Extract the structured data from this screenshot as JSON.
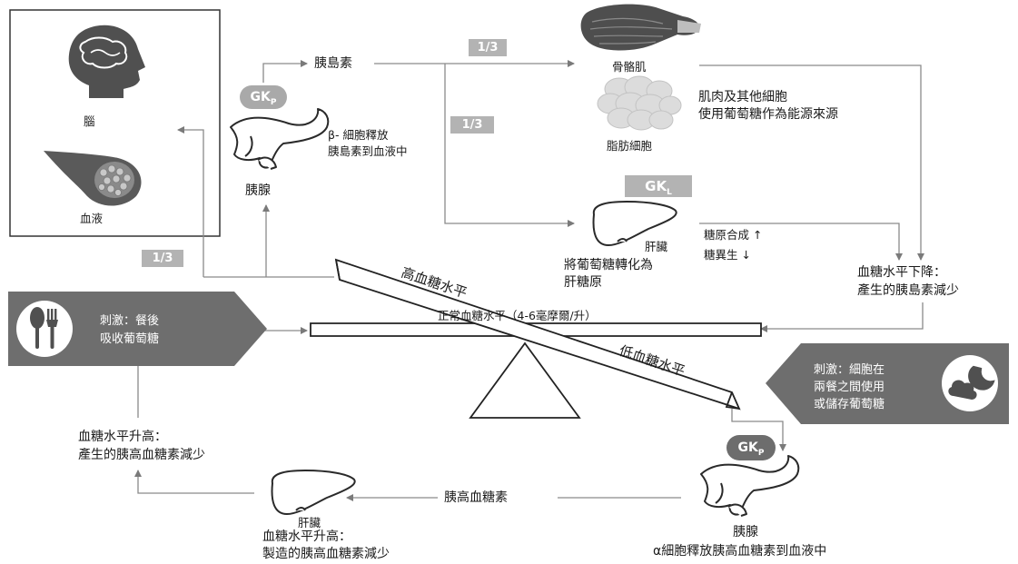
{
  "organs": {
    "brain_label": "腦",
    "blood_label": "血液",
    "pancreas_top_label": "胰腺",
    "beta_note_line1": "β- 細胞釋放",
    "beta_note_line2": "胰島素到血液中",
    "muscle_label": "骨骼肌",
    "fat_label": "脂肪細胞",
    "muscle_note_line1": "肌肉及其他細胞",
    "muscle_note_line2": "使用葡萄糖作為能源來源",
    "liver_top_label": "肝臟",
    "liver_note_line1": "將葡萄糖轉化為",
    "liver_note_line2": "肝糖原",
    "liver_bottom_label": "肝臟",
    "liver_bottom_note_line1": "血糖水平升高：",
    "liver_bottom_note_line2": "製造的胰高血糖素減少",
    "pancreas_bottom_label": "胰腺",
    "alpha_note": "α細胞釋放胰高血糖素到血液中"
  },
  "flows": {
    "insulin": "胰島素",
    "glucagon": "胰高血糖素",
    "fraction_muscle": "1/3",
    "fraction_liver": "1/3",
    "fraction_brain": "1/3",
    "glycogen_synthesis": "糖原合成 ↑",
    "gluconeogenesis": "糖異生 ↓"
  },
  "gk": {
    "gk_p_top": "GK",
    "gk_p_top_sub": "P",
    "gk_l": "GK",
    "gk_l_sub": "L",
    "gk_p_bottom": "GK",
    "gk_p_bottom_sub": "P"
  },
  "balance": {
    "high_label": "高血糖水平",
    "normal_label": "正常血糖水平（4-6毫摩爾/升）",
    "low_label": "低血糖水平"
  },
  "outcomes": {
    "decrease_line1": "血糖水平下降：",
    "decrease_line2": "產生的胰島素減少",
    "increase_line1": "血糖水平升高：",
    "increase_line2": "產生的胰高血糖素減少"
  },
  "stimuli": {
    "meal_line1": "刺激：餐後",
    "meal_line2": "吸收葡萄糖",
    "fast_line1": "刺激：細胞在",
    "fast_line2": "兩餐之間使用",
    "fast_line3": "或儲存葡萄糖"
  },
  "icons": [
    "brain-icon",
    "blood-icon",
    "pancreas-icon",
    "muscle-icon",
    "fat-cells-icon",
    "liver-icon",
    "fork-spoon-icon",
    "cloud-moon-icon"
  ],
  "colors": {
    "line": "#8a8a8a",
    "badge": "#b3b3b3",
    "stimulus": "#6e6e6e",
    "icon": "#505050"
  }
}
